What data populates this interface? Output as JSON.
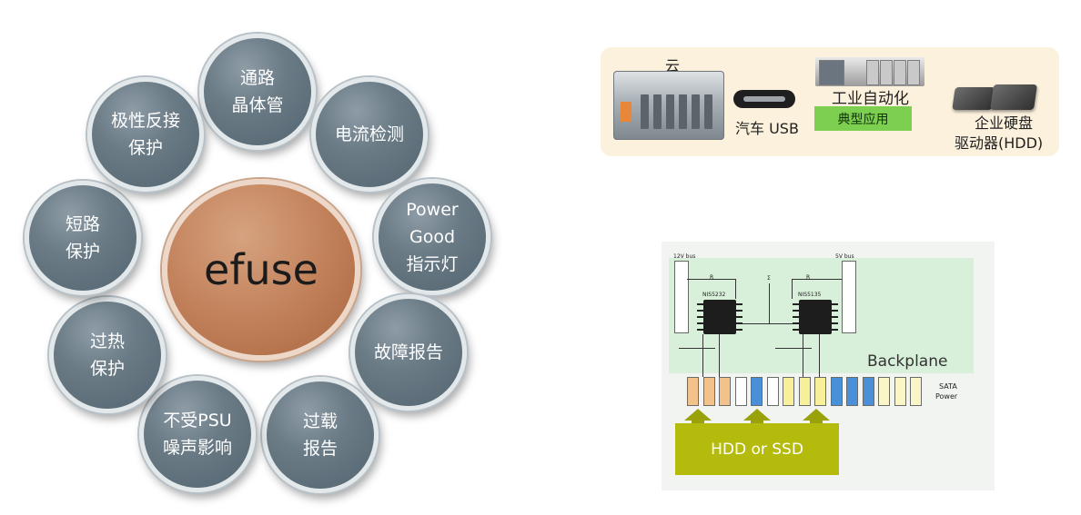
{
  "efuse_diagram": {
    "center_label": "efuse",
    "features": [
      {
        "id": "pass-transistor",
        "lines": [
          "通路",
          "晶体管"
        ]
      },
      {
        "id": "current-detection",
        "lines": [
          "电流检测"
        ]
      },
      {
        "id": "power-good",
        "lines": [
          "Power",
          "Good",
          "指示灯"
        ]
      },
      {
        "id": "fault-report",
        "lines": [
          "故障报告"
        ]
      },
      {
        "id": "overload-report",
        "lines": [
          "过载",
          "报告"
        ]
      },
      {
        "id": "psu-noise-immunity",
        "lines": [
          "不受PSU",
          "噪声影响"
        ]
      },
      {
        "id": "thermal-protection",
        "lines": [
          "过热",
          "保护"
        ]
      },
      {
        "id": "short-circuit-protection",
        "lines": [
          "短路",
          "保护"
        ]
      },
      {
        "id": "reverse-polarity-protection",
        "lines": [
          "极性反接",
          "保护"
        ]
      }
    ],
    "colors": {
      "bubble": "#617380",
      "center": "#c07f58"
    }
  },
  "applications": {
    "cloud_label": "云",
    "usb_label": "汽车 USB",
    "industrial_label": "工业自动化",
    "typical_tag": "典型应用",
    "hdd_label_line1": "企业硬盘",
    "hdd_label_line2": "驱动器(HDD)",
    "colors": {
      "panel": "#fbf1dc",
      "tag": "#7ccf4f"
    }
  },
  "backplane": {
    "bus_12v": "12V bus",
    "bus_5v": "5V bus",
    "rlim_left": "R",
    "rlim_right": "R",
    "ic_left": "NIS5232",
    "ic_right": "NIS5135",
    "node_label": "Σ",
    "title": "Backplane",
    "sata_label_line1": "SATA",
    "sata_label_line2": "Power",
    "drive_label": "HDD or SSD",
    "pin_colors": [
      "#f3c28a",
      "#f3c28a",
      "#f3c28a",
      "#ffffff",
      "#4a90d9",
      "#ffffff",
      "#f7ef9a",
      "#f7ef9a",
      "#f7ef9a",
      "#4a90d9",
      "#4a90d9",
      "#4a90d9",
      "#fbf6c8",
      "#fbf6c8",
      "#fbf6c8"
    ],
    "colors": {
      "green_area": "#d8efda",
      "drive_box": "#b4bb0c"
    }
  }
}
